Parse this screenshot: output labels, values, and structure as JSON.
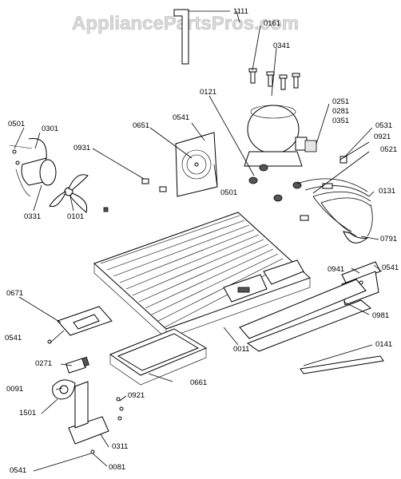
{
  "watermark": "AppliancePartsPros.com",
  "callouts": {
    "c1111": "1111",
    "c0161": "0161",
    "c0341": "0341",
    "c0121": "0121",
    "c0251": "0251",
    "c0281": "0281",
    "c0351": "0351",
    "c0531": "0531",
    "c0921a": "0921",
    "c0521": "0521",
    "c0501a": "0501",
    "c0301": "0301",
    "c0541a": "0541",
    "c0651": "0651",
    "c0931": "0931",
    "c0501b": "0501",
    "c0131": "0131",
    "c0331": "0331",
    "c0101": "0101",
    "c0791": "0791",
    "c0941": "0941",
    "c0541b": "0541",
    "c0671": "0671",
    "c0981": "0981",
    "c0541c": "0541",
    "c0271": "0271",
    "c0011": "0011",
    "c0141": "0141",
    "c0661": "0661",
    "c0091": "0091",
    "c0921b": "0921",
    "c1501": "1501",
    "c0311": "0311",
    "c0541d": "0541",
    "c0081": "0081"
  }
}
